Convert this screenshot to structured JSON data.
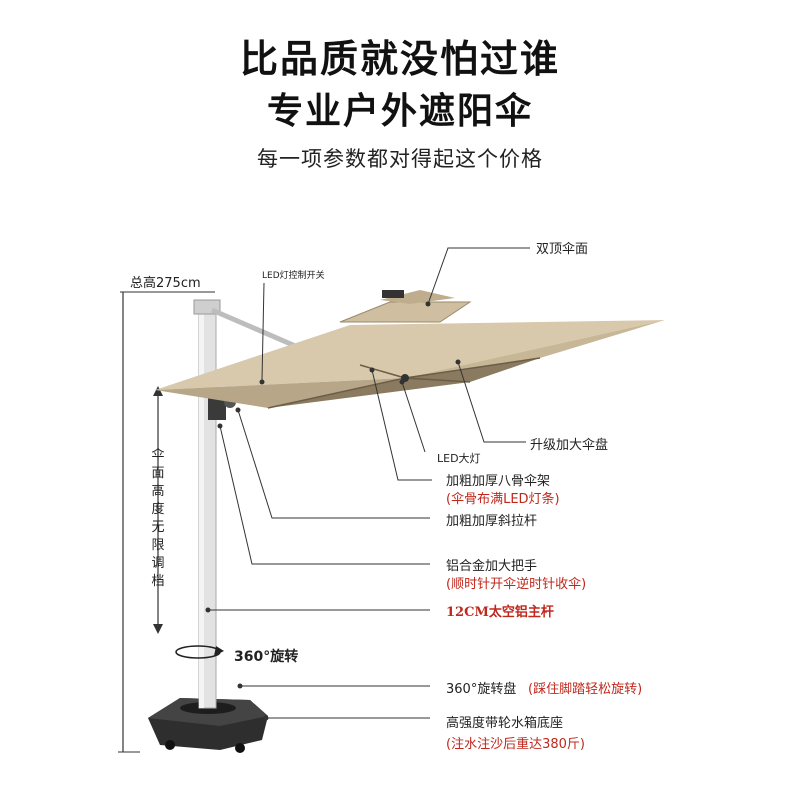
{
  "headline": {
    "line1": "比品质就没怕过谁",
    "line2": "专业户外遮阳伞",
    "subline": "每一项参数都对得起这个价格"
  },
  "dimensions": {
    "total_height": "总高275cm",
    "canopy_height": "伞面高度无限调档"
  },
  "callouts": {
    "double_top": "双顶伞面",
    "led_switch": "LED灯控制开关",
    "led_light": "LED大灯",
    "upgraded_plate": "升级加大伞盘",
    "ribs": "加粗加厚八骨伞架",
    "ribs_note": "(伞骨布满LED灯条)",
    "struts": "加粗加厚斜拉杆",
    "handle": "铝合金加大把手",
    "handle_note": "(顺时针开伞逆时针收伞)",
    "main_pole": "12CM太空铝主杆",
    "rotation": "360°旋转",
    "rotation_plate": "360°旋转盘",
    "rotation_plate_note": "(踩住脚踏轻松旋转)",
    "base": "高强度带轮水箱底座",
    "base_note": "(注水注沙后重达380斤)"
  },
  "colors": {
    "canopy": "#d8c9ad",
    "canopy_shadow": "#8a7a60",
    "pole": "#e2e2e2",
    "base": "#2e2e2e",
    "accent_red": "#c0281e"
  }
}
